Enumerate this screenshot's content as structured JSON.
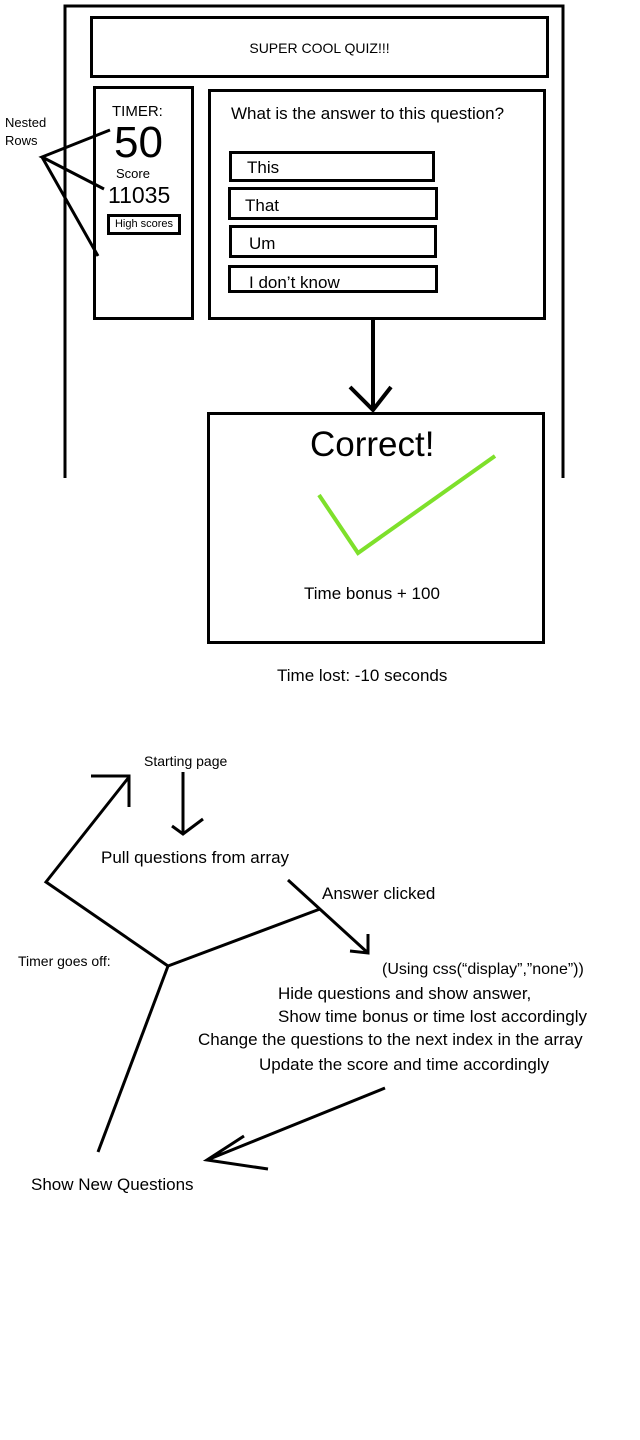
{
  "wireframe": {
    "header_title": "SUPER COOL QUIZ!!!",
    "sidebar": {
      "timer_label": "TIMER:",
      "timer_value": "50",
      "score_label": "Score",
      "score_value": "11035",
      "high_scores_label": "High scores"
    },
    "annotation_nested_rows": "Nested\nRows",
    "question": {
      "text": "What is the answer to this question?",
      "answers": [
        "This",
        "That",
        "Um",
        "I don’t know"
      ]
    },
    "result": {
      "title": "Correct!",
      "bonus_text": "Time bonus + 100",
      "check_color": "#7ee02b"
    },
    "time_lost_text": "Time lost: -10 seconds"
  },
  "flow": {
    "starting_page": "Starting page",
    "pull_questions": "Pull questions from array",
    "answer_clicked": "Answer clicked",
    "timer_goes_off": "Timer goes off:",
    "steps": [
      "(Using css(“display”,”none”))",
      "Hide questions and show answer,",
      "Show time bonus or time lost accordingly",
      "Change the questions to the next index in the array",
      "Update the score and time accordingly"
    ],
    "show_new_questions": "Show New Questions"
  }
}
